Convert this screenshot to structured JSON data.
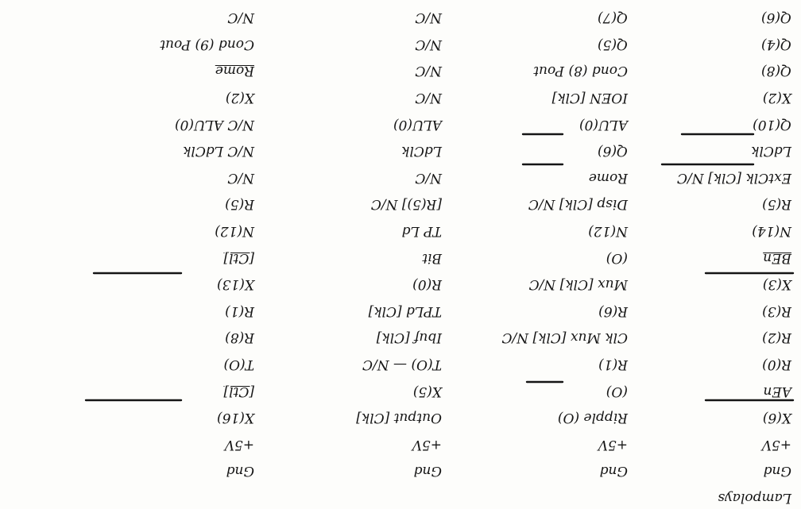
{
  "rows": [
    {
      "c1": "Lampolays",
      "c2": "",
      "c3": "",
      "c4": ""
    },
    {
      "c1": "Gnd",
      "c2": "Gnd",
      "c3": "Gnd",
      "c4": "Gnd"
    },
    {
      "c1": "+5V",
      "c2": "+5V",
      "c3": "+5V",
      "c4": "+5V"
    },
    {
      "c1": "X(6)",
      "c2": "Ripple (O)",
      "c3": "Output [Clk]",
      "c4": "X(16)"
    },
    {
      "c1": "AEn",
      "c2": "(O)",
      "c3": "X(5)",
      "c4": "[Ctl]",
      "c4_ul": true
    },
    {
      "c1": "R(0)",
      "c2": "R(1)",
      "c3": "T(O) — N/C",
      "c4": "T(O)"
    },
    {
      "c1": "R(2)",
      "c2": "Clk Mux [Clk] N/C",
      "c3": "Ibuf [Clk]",
      "c4": "R(8)"
    },
    {
      "c1": "R(3)",
      "c2": "R(6)",
      "c3": "TPLd [Clk]",
      "c4": "R(1)"
    },
    {
      "c1": "X(3)",
      "c2": "Mux [Clk] N/C",
      "c3": "R(0)",
      "c4": "X(13)"
    },
    {
      "c1": "BEn",
      "c2": "(O)",
      "c3": "Bit",
      "c4": "[Ctl]",
      "c1_ul": true,
      "c4_ul": true
    },
    {
      "c1": "N(14)",
      "c2": "N(12)",
      "c3": "TP Ld",
      "c4": "N(12)"
    },
    {
      "c1": "R(5)",
      "c2": "Disp [Clk] N/C",
      "c3": "[R(5)] N/C",
      "c4": "R(5)"
    },
    {
      "c1": "ExtClk [Clk] N/C",
      "c2": "Rome",
      "c3": "N/C",
      "c4": "N/C"
    },
    {
      "c1": "LdClk",
      "c2": "Q(6)",
      "c3": "LdClk",
      "c4": "N/C LdClk"
    },
    {
      "c1": "Q(10)",
      "c2": "ALU(0)",
      "c3": "ALU(0)",
      "c4": "N/C ALU(0)"
    },
    {
      "c1": "X(2)",
      "c2": "IOEN [Clk]",
      "c3": "N/C",
      "c4": "X(2)"
    },
    {
      "c1": "Q(8)",
      "c2": "Cond (8) Pout",
      "c3": "N/C",
      "c4": "Rome",
      "c4_ul": true
    },
    {
      "c1": "Q(4)",
      "c2": "Q(5)",
      "c3": "N/C",
      "c4": "Cond (9) Pout"
    },
    {
      "c1": "Q(6)",
      "c2": "Q(7)",
      "c3": "N/C",
      "c4": "N/C"
    }
  ]
}
